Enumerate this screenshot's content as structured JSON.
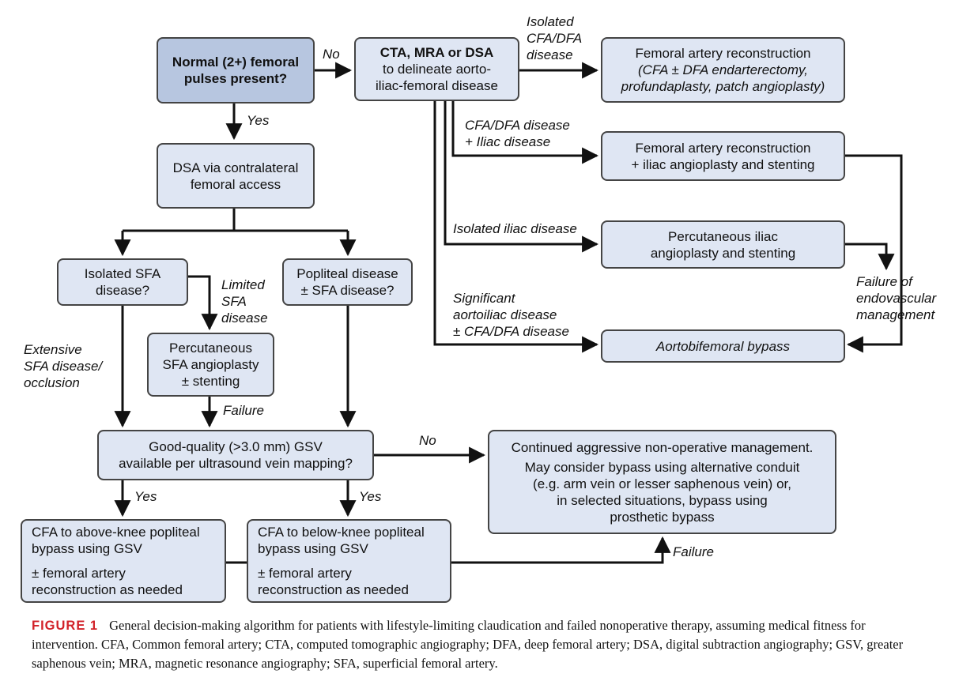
{
  "nodes": {
    "pulses": [
      "Normal (2+) femoral",
      "pulses present?"
    ],
    "cta_title": "CTA, MRA or DSA",
    "cta_rest": [
      "to delineate aorto-",
      "iliac-femoral disease"
    ],
    "fem_recon": [
      "Femoral artery reconstruction"
    ],
    "fem_recon_detail": [
      "(CFA ± DFA endarterectomy,",
      "profundaplasty, patch angioplasty)"
    ],
    "fem_iliac": [
      "Femoral artery reconstruction",
      "+ iliac angioplasty and stenting"
    ],
    "perc_iliac": [
      "Percutaneous iliac",
      "angioplasty and stenting"
    ],
    "aortobifem": "Aortobifemoral bypass",
    "dsa_contra": [
      "DSA via contralateral",
      "femoral access"
    ],
    "isolated_sfa": [
      "Isolated SFA",
      "disease?"
    ],
    "popliteal": [
      "Popliteal disease",
      "± SFA disease?"
    ],
    "perc_sfa": [
      "Percutaneous",
      "SFA angioplasty",
      "± stenting"
    ],
    "gsv": [
      "Good-quality (>3.0 mm) GSV",
      "available per ultrasound vein mapping?"
    ],
    "continued": [
      "Continued aggressive non-operative management.",
      "May consider bypass using alternative conduit",
      "(e.g. arm vein or lesser saphenous vein) or,",
      "in selected situations, bypass using",
      "prosthetic bypass"
    ],
    "above_knee": [
      "CFA to above-knee popliteal",
      "bypass using GSV",
      "± femoral artery",
      "reconstruction as needed"
    ],
    "below_knee": [
      "CFA to below-knee popliteal",
      "bypass using GSV",
      "± femoral artery",
      "reconstruction as needed"
    ]
  },
  "labels": {
    "no_top": "No",
    "yes_top": "Yes",
    "isolated_cfa": [
      "Isolated",
      "CFA/DFA",
      "disease"
    ],
    "cfa_iliac": [
      "CFA/DFA disease",
      "+ Iliac disease"
    ],
    "isolated_iliac": "Isolated iliac disease",
    "significant": [
      "Significant",
      "aortoiliac disease",
      "± CFA/DFA disease"
    ],
    "failure_endo": [
      "Failure of",
      "endovascular",
      "management"
    ],
    "limited_sfa": [
      "Limited",
      "SFA",
      "disease"
    ],
    "extensive_sfa": [
      "Extensive",
      "SFA disease/",
      "occlusion"
    ],
    "failure_perc": "Failure",
    "no_gsv": "No",
    "yes_left": "Yes",
    "yes_right": "Yes",
    "failure_bottom": "Failure"
  },
  "caption": {
    "figure": "FIGURE 1",
    "text": "General decision-making algorithm for patients with lifestyle-limiting claudication and failed nonoperative therapy, assuming medical fitness for intervention. CFA, Common femoral artery; CTA, computed tomographic angiography; DFA, deep femoral artery; DSA, digital subtraction angiography; GSV, greater saphenous vein; MRA, magnetic resonance angiography; SFA, superficial femoral artery."
  },
  "colors": {
    "box_fill": "#dfe6f3",
    "start_fill": "#b7c6e0",
    "line": "#111111",
    "caption_accent": "#d2232a"
  }
}
